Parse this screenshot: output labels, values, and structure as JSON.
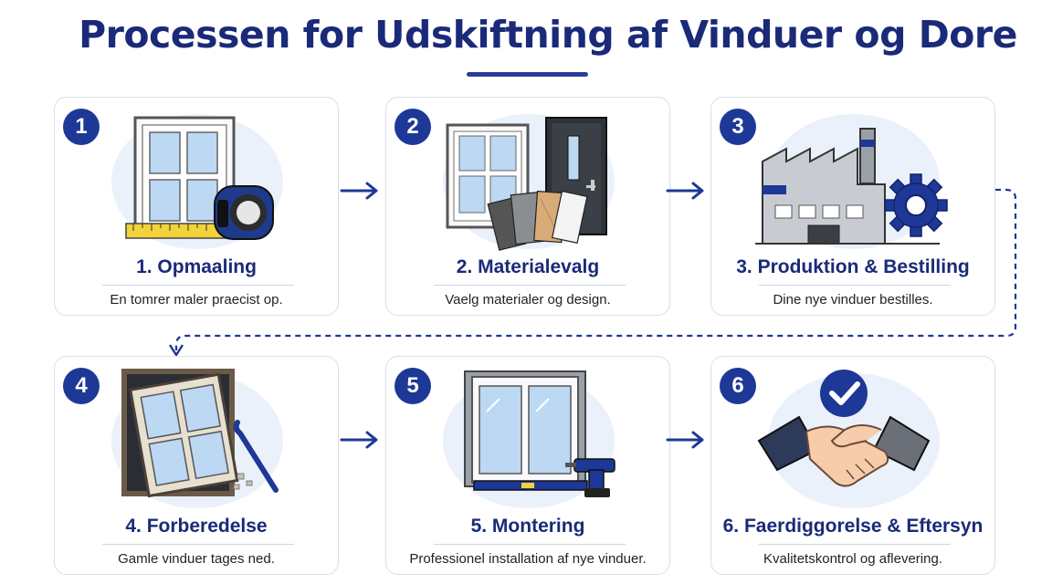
{
  "title": "Processen for Udskiftning af Vinduer og Dore",
  "colors": {
    "primary": "#1d3896",
    "title": "#1a2a78",
    "card_border": "#d9dee8",
    "halo": "#eaf1fb"
  },
  "steps": [
    {
      "number": "1",
      "title": "1. Opmaaling",
      "description": "En tomrer maler praecist op.",
      "icon": "window-tape-measure-icon"
    },
    {
      "number": "2",
      "title": "2. Materialevalg",
      "description": "Vaelg materialer og design.",
      "icon": "window-door-samples-icon"
    },
    {
      "number": "3",
      "title": "3. Produktion & Bestilling",
      "description": "Dine nye vinduer bestilles.",
      "icon": "factory-gear-icon"
    },
    {
      "number": "4",
      "title": "4. Forberedelse",
      "description": "Gamle vinduer tages ned.",
      "icon": "old-window-crowbar-icon"
    },
    {
      "number": "5",
      "title": "5. Montering",
      "description": "Professionel installation af nye vinduer.",
      "icon": "window-drill-level-icon"
    },
    {
      "number": "6",
      "title": "6. Faerdiggorelse & Eftersyn",
      "description": "Kvalitetskontrol og aflevering.",
      "icon": "handshake-checkmark-icon"
    }
  ]
}
